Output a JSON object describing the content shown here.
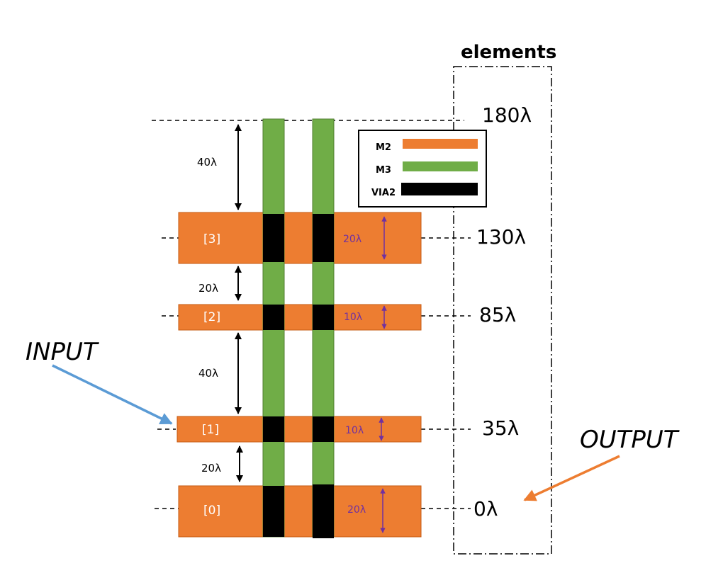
{
  "title": "elements",
  "levels": [
    "180λ",
    "130λ",
    "85λ",
    "35λ",
    "0λ"
  ],
  "elements": [
    {
      "index": "[3]",
      "width_label": "20λ"
    },
    {
      "index": "[2]",
      "width_label": "10λ"
    },
    {
      "index": "[1]",
      "width_label": "10λ"
    },
    {
      "index": "[0]",
      "width_label": "20λ"
    }
  ],
  "gaps": [
    "40λ",
    "20λ",
    "40λ",
    "20λ"
  ],
  "legend": [
    {
      "label": "M2",
      "color": "#ed7d31"
    },
    {
      "label": "M3",
      "color": "#70ad47"
    },
    {
      "label": "VIA2",
      "color": "#000000"
    }
  ],
  "input_label": "INPUT",
  "output_label": "OUTPUT",
  "colors": {
    "m2": "#ed7d31",
    "m3": "#70ad47",
    "via": "#000000",
    "input_arrow": "#5b9bd5",
    "output_arrow": "#ed7d31",
    "width_arrow": "#7030a0"
  }
}
